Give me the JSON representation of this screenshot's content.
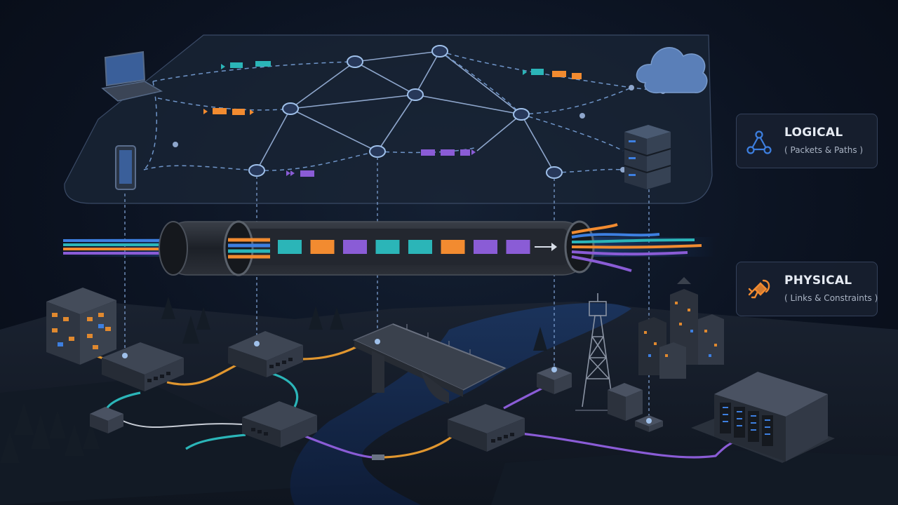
{
  "legend": {
    "logical": {
      "title": "LOGICAL",
      "subtitle": "( Packets & Paths )",
      "icon": "network-nodes-icon",
      "color": "#3d7fe0"
    },
    "physical": {
      "title": "PHYSICAL",
      "subtitle": "( Links & Constraints )",
      "icon": "ethernet-plug-icon",
      "color": "#f28b30"
    }
  },
  "palette": {
    "teal": "#2bb5b8",
    "orange": "#f28b30",
    "purple": "#8a5cd6",
    "blue": "#3d7fe0",
    "node": "#7fa3d6"
  },
  "logical_layer": {
    "endpoints": [
      "laptop-icon",
      "phone-icon",
      "cloud-icon",
      "server-rack-icon"
    ],
    "packet_colors": [
      "teal",
      "orange",
      "purple"
    ]
  },
  "cable": {
    "packets": [
      "teal",
      "orange",
      "purple",
      "teal",
      "teal",
      "orange",
      "purple",
      "purple"
    ]
  },
  "physical_layer": {
    "structures": [
      "office-building-icon",
      "bridge-icon",
      "cell-tower-icon",
      "city-buildings-icon",
      "data-center-icon",
      "network-switch-icon"
    ]
  }
}
